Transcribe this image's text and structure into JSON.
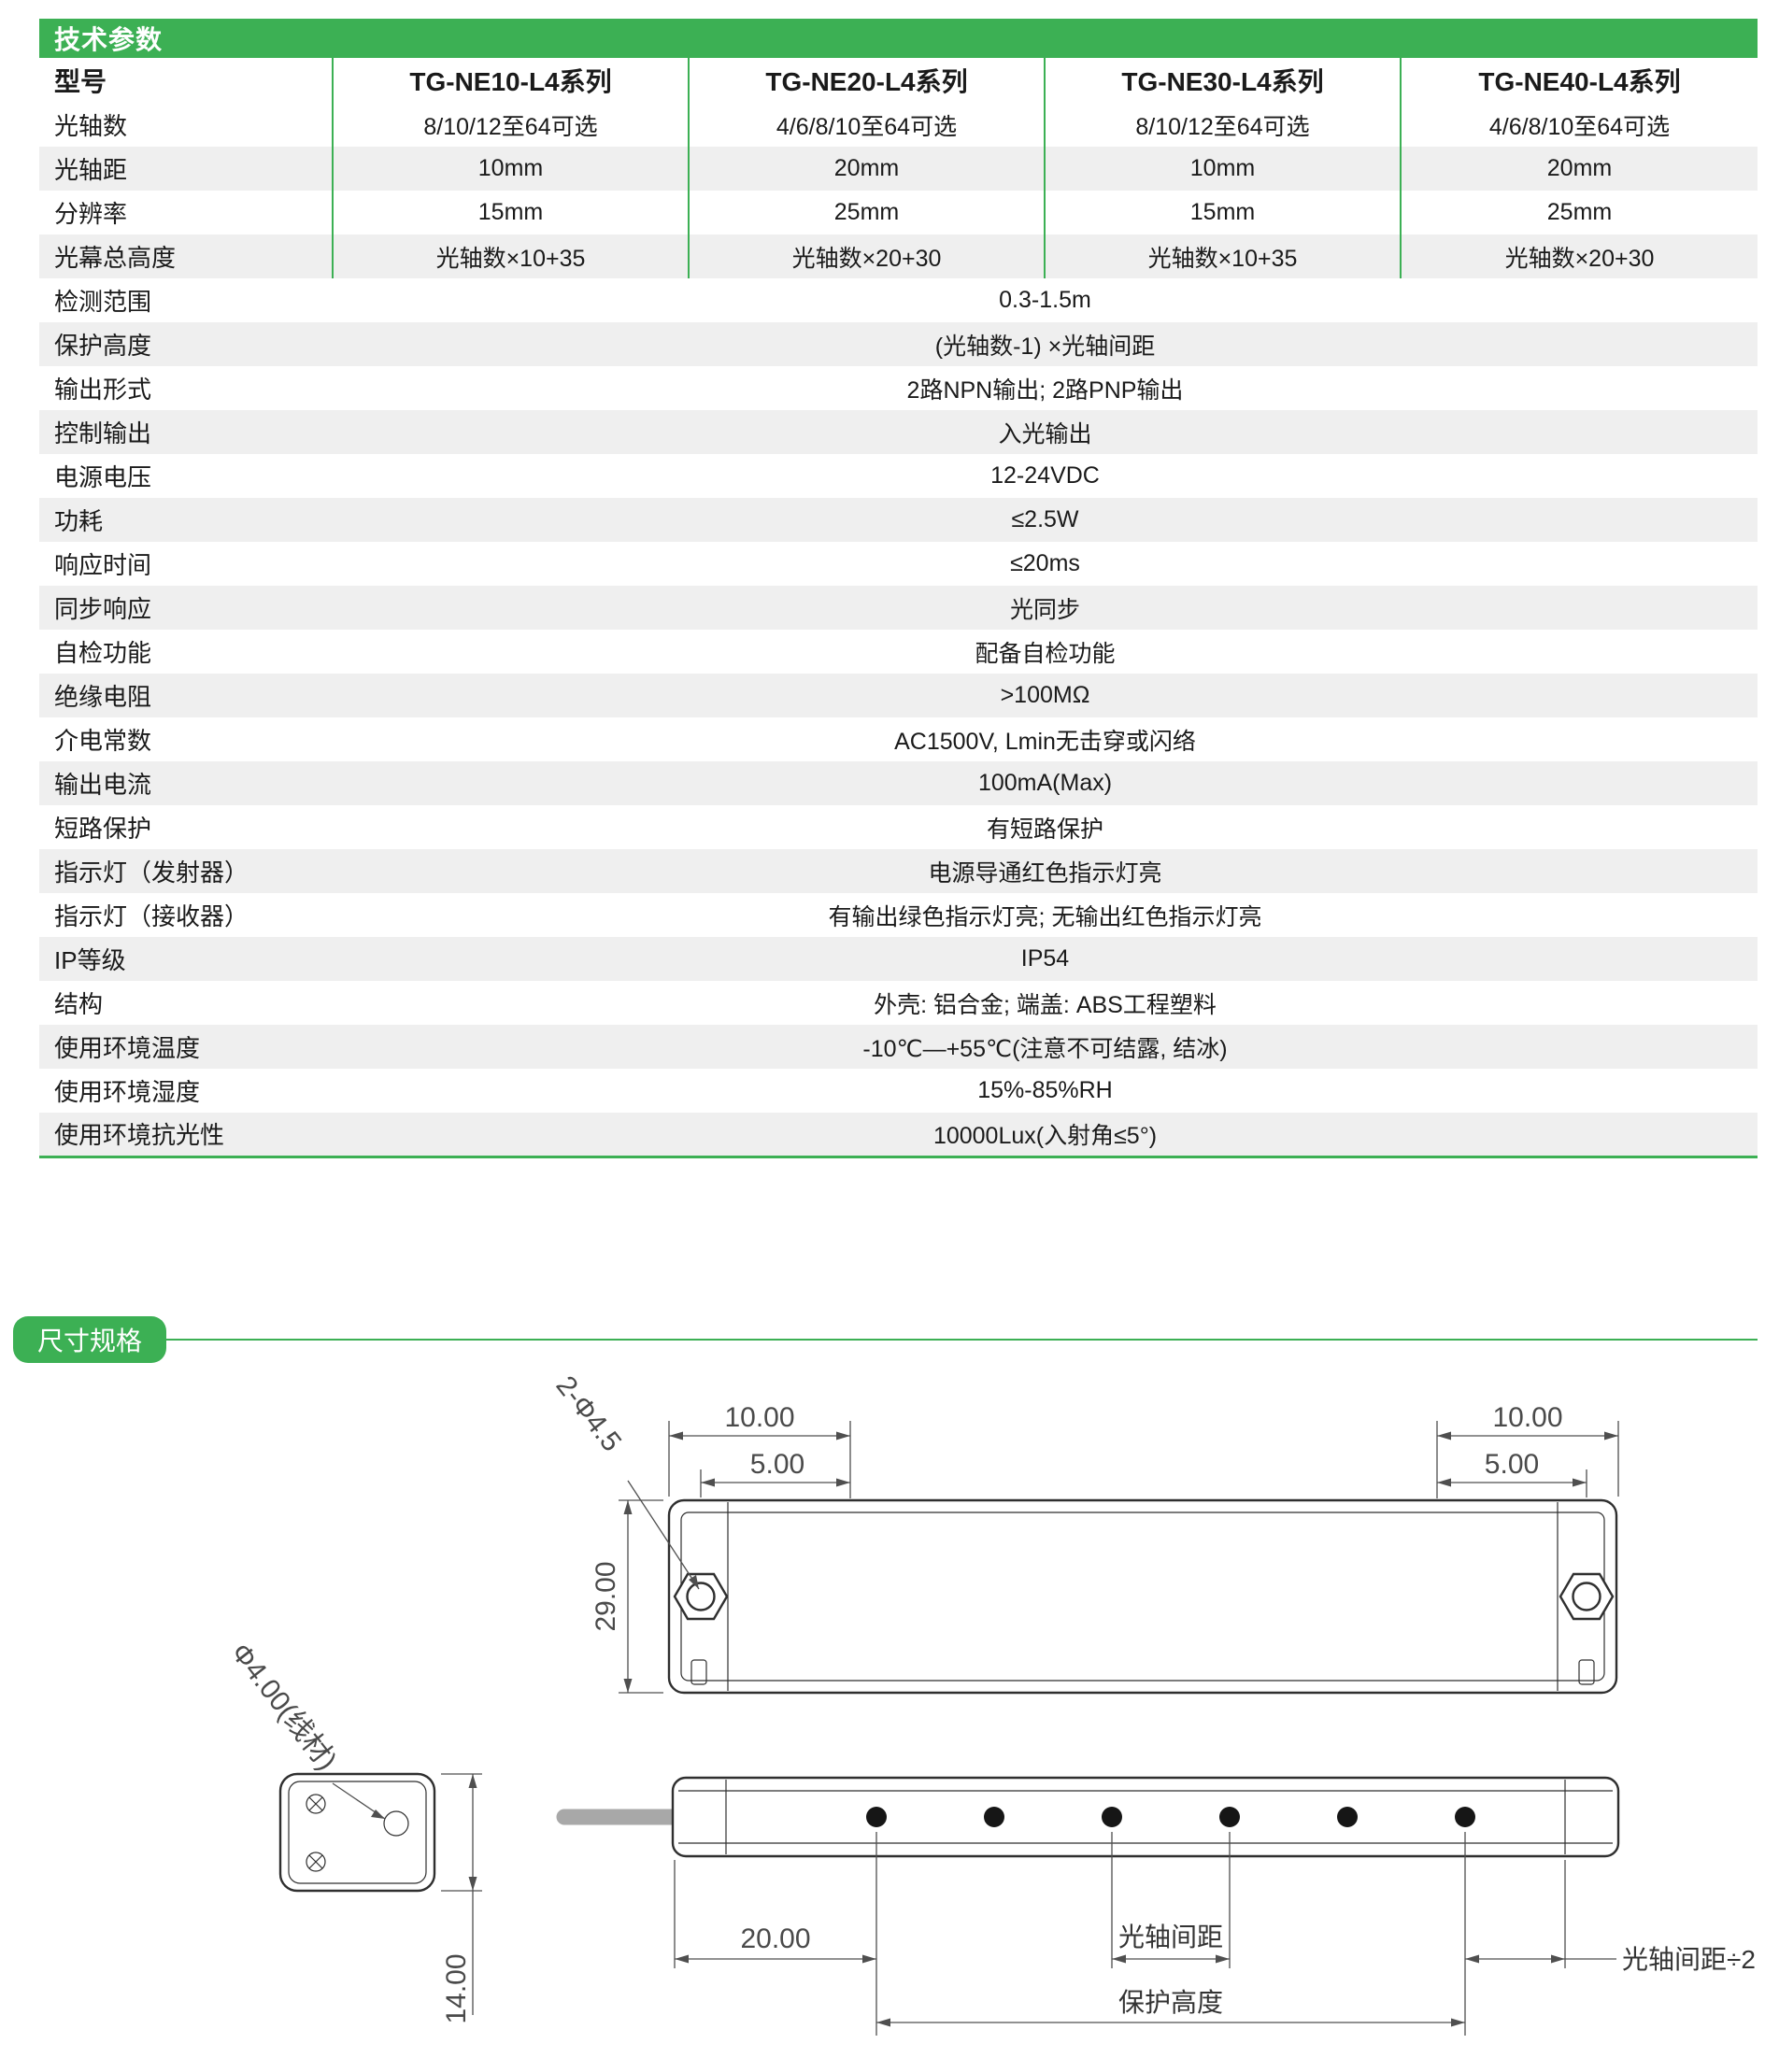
{
  "page": {
    "accent_green": "#3cb054",
    "row_alt_gray": "#efefef"
  },
  "tech_params": {
    "section_title": "技术参数",
    "model_header": "型号",
    "series": [
      "TG-NE10-L4系列",
      "TG-NE20-L4系列",
      "TG-NE30-L4系列",
      "TG-NE40-L4系列"
    ],
    "matrix_rows": [
      {
        "label": "光轴数",
        "values": [
          "8/10/12至64可选",
          "4/6/8/10至64可选",
          "8/10/12至64可选",
          "4/6/8/10至64可选"
        ]
      },
      {
        "label": "光轴距",
        "values": [
          "10mm",
          "20mm",
          "10mm",
          "20mm"
        ]
      },
      {
        "label": "分辨率",
        "values": [
          "15mm",
          "25mm",
          "15mm",
          "25mm"
        ]
      },
      {
        "label": "光幕总高度",
        "values": [
          "光轴数×10+35",
          "光轴数×20+30",
          "光轴数×10+35",
          "光轴数×20+30"
        ]
      }
    ],
    "full_rows": [
      {
        "label": "检测范围",
        "value": "0.3-1.5m"
      },
      {
        "label": "保护高度",
        "value": "(光轴数-1) ×光轴间距"
      },
      {
        "label": "输出形式",
        "value": "2路NPN输出; 2路PNP输出"
      },
      {
        "label": "控制输出",
        "value": "入光输出"
      },
      {
        "label": "电源电压",
        "value": "12-24VDC"
      },
      {
        "label": "功耗",
        "value": "≤2.5W"
      },
      {
        "label": "响应时间",
        "value": "≤20ms"
      },
      {
        "label": "同步响应",
        "value": "光同步"
      },
      {
        "label": "自检功能",
        "value": "配备自检功能"
      },
      {
        "label": "绝缘电阻",
        "value": ">100MΩ"
      },
      {
        "label": "介电常数",
        "value": "AC1500V, Lmin无击穿或闪络"
      },
      {
        "label": "输出电流",
        "value": "100mA(Max)"
      },
      {
        "label": "短路保护",
        "value": "有短路保护"
      },
      {
        "label": "指示灯（发射器）",
        "value": "电源导通红色指示灯亮"
      },
      {
        "label": "指示灯（接收器）",
        "value": "有输出绿色指示灯亮; 无输出红色指示灯亮"
      },
      {
        "label": "IP等级",
        "value": "IP54"
      },
      {
        "label": "结构",
        "value": "外壳: 铝合金; 端盖: ABS工程塑料"
      },
      {
        "label": "使用环境温度",
        "value": "-10℃—+55℃(注意不可结露, 结冰)"
      },
      {
        "label": "使用环境湿度",
        "value": "15%-85%RH"
      },
      {
        "label": "使用环境抗光性",
        "value": "10000Lux(入射角≤5°)"
      }
    ]
  },
  "dims": {
    "section_title": "尺寸规格",
    "labels": {
      "holes": "2-Φ4.5",
      "d10": "10.00",
      "d5": "5.00",
      "d29": "29.00",
      "wire": "Φ4.00(线材)",
      "d14": "14.00",
      "d20": "20.00",
      "pitch": "光轴间距",
      "half_pitch": "光轴间距÷2",
      "protect": "保护高度"
    }
  }
}
